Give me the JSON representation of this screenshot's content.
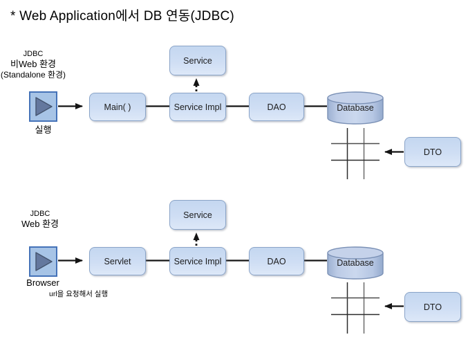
{
  "title": "* Web Application에서 DB 연동(JDBC)",
  "colors": {
    "box_fill": "#cfdef4",
    "box_border": "#8aa4c8",
    "play_fill": "#a7c4e6",
    "play_border": "#4472b8",
    "play_triangle": "#64789e",
    "connector": "#141414"
  },
  "sections": {
    "standalone": {
      "heading_line1": "JDBC",
      "heading_line2": "비Web 환경",
      "heading_line3": "(Standalone 환경)",
      "trigger_caption": "실행",
      "entry_node": "Main( )",
      "service_node": "Service",
      "service_impl_node": "Service Impl",
      "dao_node": "DAO",
      "database_node": "Database",
      "dto_node": "DTO"
    },
    "web": {
      "heading_line1": "JDBC",
      "heading_line2": "Web 환경",
      "trigger_caption": "Browser",
      "trigger_note": "url을 요청해서 실행",
      "entry_node": "Servlet",
      "service_node": "Service",
      "service_impl_node": "Service Impl",
      "dao_node": "DAO",
      "database_node": "Database",
      "dto_node": "DTO"
    }
  }
}
